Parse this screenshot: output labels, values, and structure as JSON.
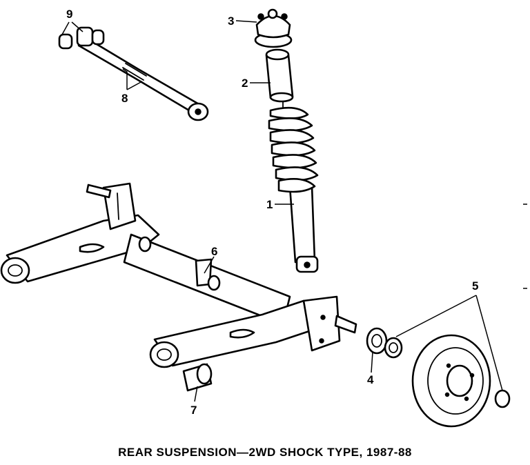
{
  "caption": "REAR SUSPENSION—2WD SHOCK TYPE, 1987-88",
  "callouts": {
    "c1": "1",
    "c2": "2",
    "c3": "3",
    "c4": "4",
    "c5": "5",
    "c6": "6",
    "c7": "7",
    "c8": "8",
    "c9": "9"
  },
  "colors": {
    "ink": "#000000",
    "paper": "#ffffff"
  }
}
